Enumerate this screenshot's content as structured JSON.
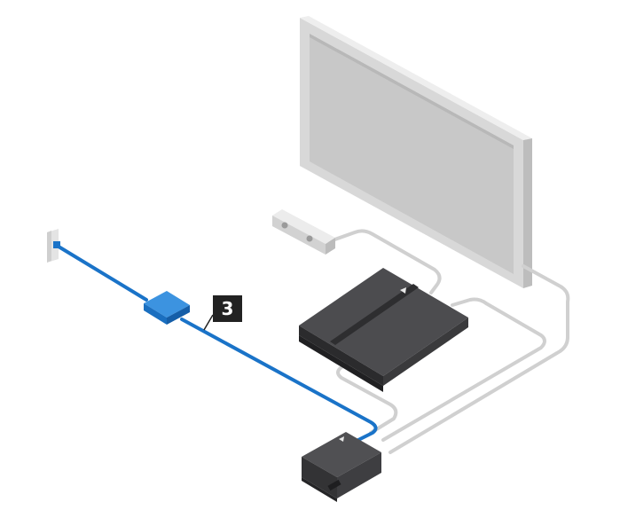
{
  "diagram": {
    "step_number": "3",
    "colors": {
      "power_cable": "#1a73c8",
      "ac_adapter": "#1a73c8",
      "ac_adapter_top": "#3a92e0",
      "other_cables": "#cfcfcf",
      "tv_frame": "#e6e6e6",
      "tv_screen": "#cbcbcb",
      "console_body": "#3b3b3d",
      "console_top": "#4d4d50",
      "label_background": "#222222",
      "label_text": "#ffffff"
    },
    "components": [
      "wall-outlet",
      "ac-adapter",
      "power-cable",
      "television",
      "camera",
      "ps4-console",
      "processor-unit"
    ]
  }
}
